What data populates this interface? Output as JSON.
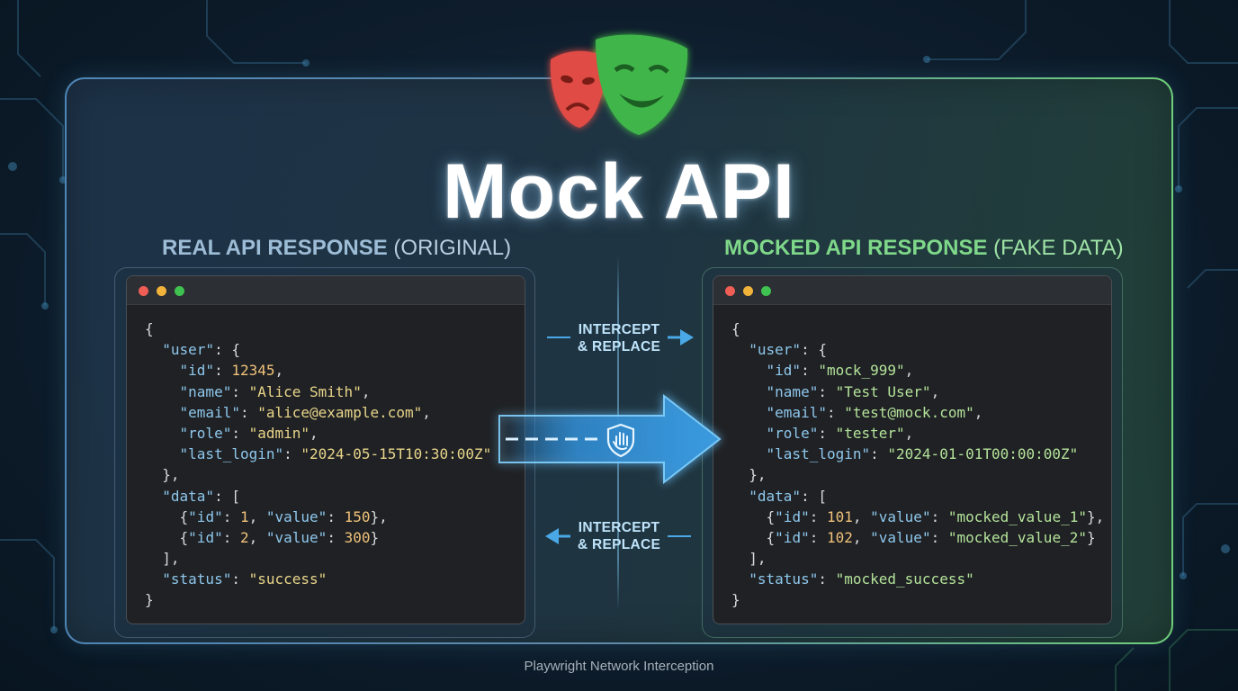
{
  "title": "Mock API",
  "left_panel": {
    "heading_strong": "REAL API RESPONSE",
    "heading_soft": "(ORIGINAL)",
    "code_lines": [
      [
        [
          "p",
          "{"
        ]
      ],
      [
        [
          "p",
          "  "
        ],
        [
          "k",
          "\"user\""
        ],
        [
          "p",
          ": {"
        ]
      ],
      [
        [
          "p",
          "    "
        ],
        [
          "k",
          "\"id\""
        ],
        [
          "p",
          ": "
        ],
        [
          "n",
          "12345"
        ],
        [
          "p",
          ","
        ]
      ],
      [
        [
          "p",
          "    "
        ],
        [
          "k",
          "\"name\""
        ],
        [
          "p",
          ": "
        ],
        [
          "s",
          "\"Alice Smith\""
        ],
        [
          "p",
          ","
        ]
      ],
      [
        [
          "p",
          "    "
        ],
        [
          "k",
          "\"email\""
        ],
        [
          "p",
          ": "
        ],
        [
          "s",
          "\"alice@example.com\""
        ],
        [
          "p",
          ","
        ]
      ],
      [
        [
          "p",
          "    "
        ],
        [
          "k",
          "\"role\""
        ],
        [
          "p",
          ": "
        ],
        [
          "s",
          "\"admin\""
        ],
        [
          "p",
          ","
        ]
      ],
      [
        [
          "p",
          "    "
        ],
        [
          "k",
          "\"last_login\""
        ],
        [
          "p",
          ": "
        ],
        [
          "s",
          "\"2024-05-15T10:30:00Z\""
        ]
      ],
      [
        [
          "p",
          "  },"
        ]
      ],
      [
        [
          "p",
          "  "
        ],
        [
          "k",
          "\"data\""
        ],
        [
          "p",
          ": ["
        ]
      ],
      [
        [
          "p",
          "    {"
        ],
        [
          "k",
          "\"id\""
        ],
        [
          "p",
          ": "
        ],
        [
          "n",
          "1"
        ],
        [
          "p",
          ", "
        ],
        [
          "k",
          "\"value\""
        ],
        [
          "p",
          ": "
        ],
        [
          "n",
          "150"
        ],
        [
          "p",
          "},"
        ]
      ],
      [
        [
          "p",
          "    {"
        ],
        [
          "k",
          "\"id\""
        ],
        [
          "p",
          ": "
        ],
        [
          "n",
          "2"
        ],
        [
          "p",
          ", "
        ],
        [
          "k",
          "\"value\""
        ],
        [
          "p",
          ": "
        ],
        [
          "n",
          "300"
        ],
        [
          "p",
          "}"
        ]
      ],
      [
        [
          "p",
          "  ],"
        ]
      ],
      [
        [
          "p",
          "  "
        ],
        [
          "k",
          "\"status\""
        ],
        [
          "p",
          ": "
        ],
        [
          "s",
          "\"success\""
        ]
      ],
      [
        [
          "p",
          "}"
        ]
      ]
    ]
  },
  "right_panel": {
    "heading_strong": "MOCKED API RESPONSE",
    "heading_soft": "(FAKE DATA)",
    "code_lines": [
      [
        [
          "p",
          "{"
        ]
      ],
      [
        [
          "p",
          "  "
        ],
        [
          "k",
          "\"user\""
        ],
        [
          "p",
          ": {"
        ]
      ],
      [
        [
          "p",
          "    "
        ],
        [
          "k",
          "\"id\""
        ],
        [
          "p",
          ": "
        ],
        [
          "s",
          "\"mock_999\""
        ],
        [
          "p",
          ","
        ]
      ],
      [
        [
          "p",
          "    "
        ],
        [
          "k",
          "\"name\""
        ],
        [
          "p",
          ": "
        ],
        [
          "s",
          "\"Test User\""
        ],
        [
          "p",
          ","
        ]
      ],
      [
        [
          "p",
          "    "
        ],
        [
          "k",
          "\"email\""
        ],
        [
          "p",
          ": "
        ],
        [
          "s",
          "\"test@mock.com\""
        ],
        [
          "p",
          ","
        ]
      ],
      [
        [
          "p",
          "    "
        ],
        [
          "k",
          "\"role\""
        ],
        [
          "p",
          ": "
        ],
        [
          "s",
          "\"tester\""
        ],
        [
          "p",
          ","
        ]
      ],
      [
        [
          "p",
          "    "
        ],
        [
          "k",
          "\"last_login\""
        ],
        [
          "p",
          ": "
        ],
        [
          "s",
          "\"2024-01-01T00:00:00Z\""
        ]
      ],
      [
        [
          "p",
          "  },"
        ]
      ],
      [
        [
          "p",
          "  "
        ],
        [
          "k",
          "\"data\""
        ],
        [
          "p",
          ": ["
        ]
      ],
      [
        [
          "p",
          "    {"
        ],
        [
          "k",
          "\"id\""
        ],
        [
          "p",
          ": "
        ],
        [
          "n",
          "101"
        ],
        [
          "p",
          ", "
        ],
        [
          "k",
          "\"value\""
        ],
        [
          "p",
          ": "
        ],
        [
          "s",
          "\"mocked_value_1\""
        ],
        [
          "p",
          "},"
        ]
      ],
      [
        [
          "p",
          "    {"
        ],
        [
          "k",
          "\"id\""
        ],
        [
          "p",
          ": "
        ],
        [
          "n",
          "102"
        ],
        [
          "p",
          ", "
        ],
        [
          "k",
          "\"value\""
        ],
        [
          "p",
          ": "
        ],
        [
          "s",
          "\"mocked_value_2\""
        ],
        [
          "p",
          "}"
        ]
      ],
      [
        [
          "p",
          "  ],"
        ]
      ],
      [
        [
          "p",
          "  "
        ],
        [
          "k",
          "\"status\""
        ],
        [
          "p",
          ": "
        ],
        [
          "s",
          "\"mocked_success\""
        ]
      ],
      [
        [
          "p",
          "}"
        ]
      ]
    ]
  },
  "intercept_top": [
    "INTERCEPT",
    "& REPLACE"
  ],
  "intercept_bottom": [
    "INTERCEPT",
    "& REPLACE"
  ],
  "footer": "Playwright Network Interception",
  "colors": {
    "real_heading": "#9dbcd6",
    "mock_heading": "#7fd88a",
    "arrow_glow": "#3fa9f5",
    "mask_red": "#e04b44",
    "mask_green": "#3fb54a"
  },
  "icons": [
    "theater-masks-icon",
    "shield-hand-icon",
    "arrow-right-icon",
    "arrow-left-icon"
  ]
}
